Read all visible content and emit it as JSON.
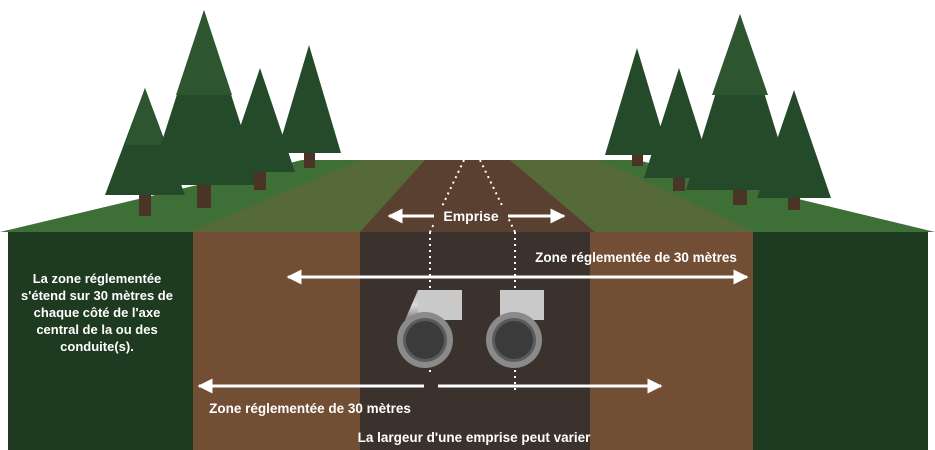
{
  "labels": {
    "right_of_way": "Emprise",
    "regulated_zone_upper": "Zone réglementée de 30 mètres",
    "regulated_zone_lower": "Zone réglementée de 30 mètres",
    "right_of_way_width_note": "La largeur d'une emprise peut varier",
    "side_note": "La zone réglementée s'étend sur 30 mètres de chaque côté de l'axe central de la ou des conduite(s)."
  },
  "colors": {
    "grass_dark": "#1e3a20",
    "grass_top": "#3a6a34",
    "soil_brown": "#724e34",
    "soil_dark": "#3a312c",
    "tree_green": "#244a2a",
    "trunk": "#4a3426",
    "pipe_grey": "#8c8c8c"
  }
}
